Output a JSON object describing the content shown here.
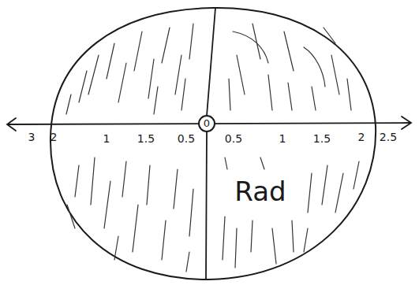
{
  "diagram": {
    "nodes": [
      {
        "text": [
          "0"
        ]
      }
    ],
    "labels": [
      "3",
      "2",
      "1",
      "1.5",
      "0.5",
      "0.5",
      "1",
      "1.5",
      "2",
      "2.5",
      "Rad"
    ]
  }
}
